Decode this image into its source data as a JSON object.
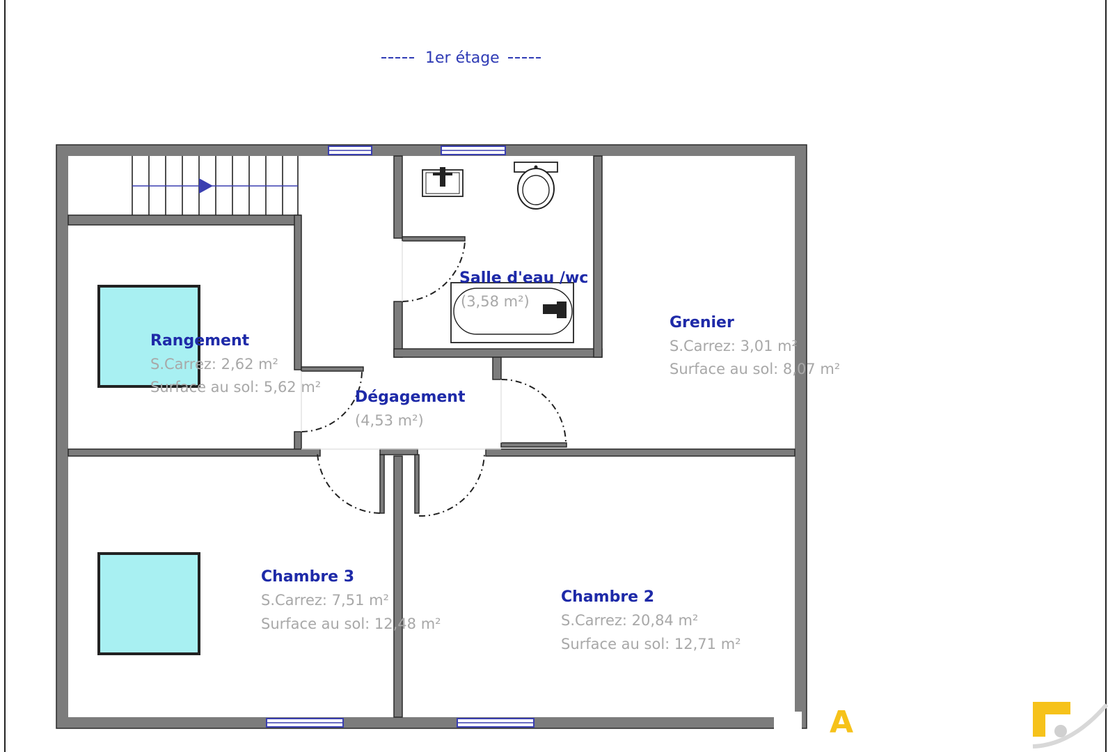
{
  "floor_title": "1er étage",
  "rooms": [
    {
      "id": "rangement",
      "name": "Rangement",
      "line1": "S.Carrez: 2,62 m²",
      "line2": "Surface au sol: 5,62 m²"
    },
    {
      "id": "degagement",
      "name": "Dégagement",
      "line1": "(4,53 m²)",
      "line2": ""
    },
    {
      "id": "salle-eau",
      "name": "Salle d'eau /wc",
      "line1": "(3,58 m²)",
      "line2": ""
    },
    {
      "id": "grenier",
      "name": "Grenier",
      "line1": "S.Carrez: 3,01 m²",
      "line2": "Surface au sol: 8,07 m²"
    },
    {
      "id": "chambre-3",
      "name": "Chambre 3",
      "line1": "S.Carrez: 7,51 m²",
      "line2": "Surface au sol: 12,48 m²"
    },
    {
      "id": "chambre-2",
      "name": "Chambre 2",
      "line1": "S.Carrez: 20,84 m²",
      "line2": "Surface au sol: 12,71 m²"
    }
  ],
  "logo": {
    "text": "A"
  },
  "colors": {
    "label": "#1e2aa8",
    "area": "#a8a8a8",
    "wall": "#7c7c7c",
    "velux": "#a8f0f2",
    "window": "#3a3fb0",
    "logo": "#f6c21a"
  }
}
